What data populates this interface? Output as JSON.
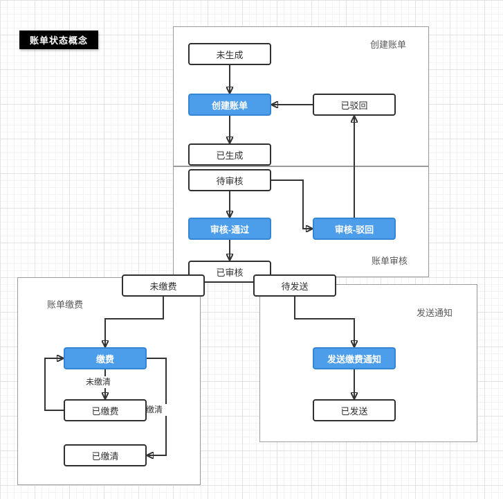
{
  "title_badge": "账单状态概念",
  "colors": {
    "accent_blue": "#4d9eea",
    "accent_blue_border": "#3585d6",
    "node_border": "#2f2f2f",
    "container_border": "#9b9b9b",
    "arrow": "#333333",
    "badge_bg": "#000000",
    "badge_text": "#ffffff"
  },
  "groups": [
    {
      "id": "create-bill-group",
      "label": "创建账单"
    },
    {
      "id": "review-group",
      "label": "账单审核"
    },
    {
      "id": "pay-group",
      "label": "账单缴费"
    },
    {
      "id": "notify-group",
      "label": "发送通知"
    }
  ],
  "nodes": [
    {
      "id": "not-generated",
      "label": "未生成",
      "style": "white"
    },
    {
      "id": "create-bill",
      "label": "创建账单",
      "style": "blue"
    },
    {
      "id": "rejected",
      "label": "已驳回",
      "style": "white"
    },
    {
      "id": "generated",
      "label": "已生成",
      "style": "white"
    },
    {
      "id": "pending-review",
      "label": "待审核",
      "style": "white"
    },
    {
      "id": "review-pass",
      "label": "审核-通过",
      "style": "blue"
    },
    {
      "id": "review-reject",
      "label": "审核-驳回",
      "style": "blue"
    },
    {
      "id": "reviewed",
      "label": "已审核",
      "style": "white"
    },
    {
      "id": "unpaid",
      "label": "未缴费",
      "style": "white"
    },
    {
      "id": "to-send",
      "label": "待发送",
      "style": "white"
    },
    {
      "id": "pay",
      "label": "缴费",
      "style": "blue"
    },
    {
      "id": "paid",
      "label": "已缴费",
      "style": "white"
    },
    {
      "id": "paid-off",
      "label": "已缴清",
      "style": "white"
    },
    {
      "id": "send-notice",
      "label": "发送缴费通知",
      "style": "blue"
    },
    {
      "id": "sent",
      "label": "已发送",
      "style": "white"
    }
  ],
  "edge_labels": [
    {
      "id": "not-cleared",
      "label": "未缴清"
    },
    {
      "id": "cleared",
      "label": "缴清"
    }
  ]
}
